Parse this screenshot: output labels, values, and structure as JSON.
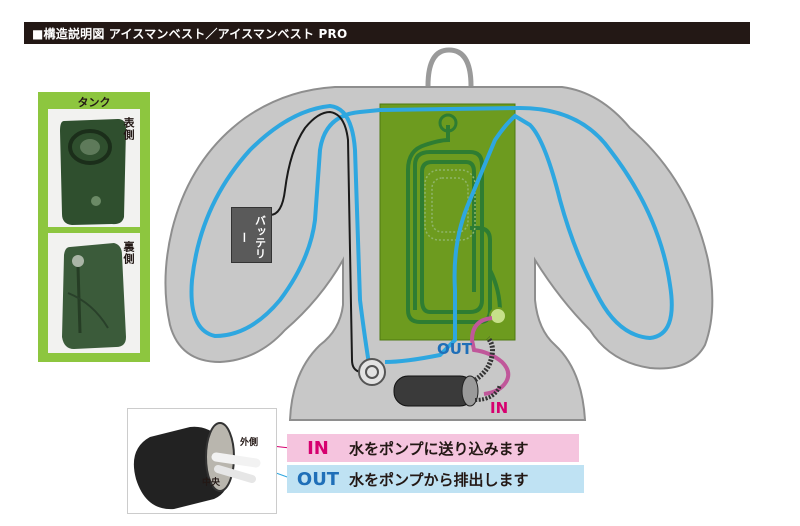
{
  "header": {
    "title": "■構造説明図  アイスマンベスト／アイスマンベスト PRO"
  },
  "tank": {
    "title": "タンク",
    "front_label": "表側",
    "back_label": "裏側"
  },
  "battery": {
    "label": "バッテリー"
  },
  "diagram": {
    "out_label": "OUT",
    "in_label": "IN"
  },
  "pump": {
    "outer_label": "外側",
    "center_label": "中央"
  },
  "legend": {
    "in": {
      "key": "IN",
      "text": "水をポンプに送り込みます"
    },
    "out": {
      "key": "OUT",
      "text": "水をポンプから排出します"
    }
  },
  "colors": {
    "header": "#231815",
    "vest": "#c8c8c8",
    "tank_panel": "#8dc63f",
    "tube_blue": "#2ea7e0",
    "tube_green": "#2e7d32",
    "tube_pink": "#d6006f",
    "in_bg": "#f5c4de",
    "out_bg": "#bfe2f3"
  }
}
